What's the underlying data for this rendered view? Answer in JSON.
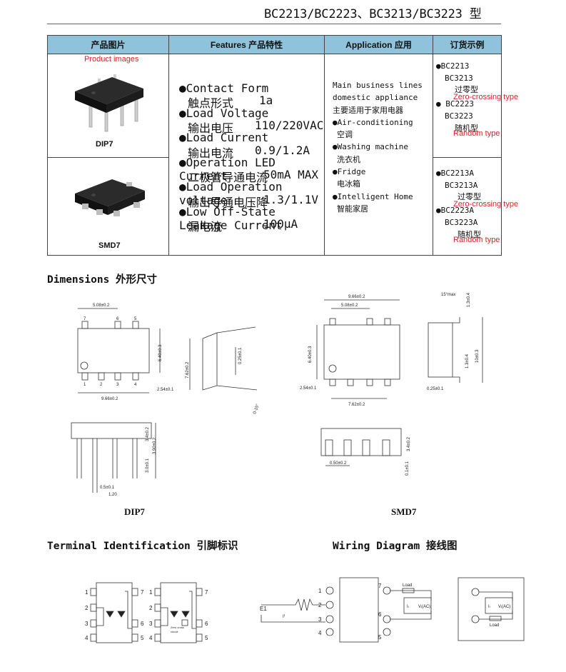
{
  "header": {
    "title": "BC2213/BC2223、BC3213/BC3223 型"
  },
  "table": {
    "headers": [
      "产品图片",
      "Features 产品特性",
      "Application 应用",
      "订货示例"
    ],
    "product_images_label": "Product images",
    "packages": [
      "DIP7",
      "SMD7"
    ],
    "features": [
      {
        "en": "●Contact Form",
        "zh": "触点形式",
        "value": "1a"
      },
      {
        "en": "●Load Voltage",
        "zh": "输出电压",
        "value": "110/220VAC"
      },
      {
        "en": "●Load Current",
        "zh": "输出电流",
        "value": "0.9/1.2A"
      },
      {
        "en": "●Operation LED Current",
        "zh": "二极管导通电流",
        "value": "50mA MAX"
      },
      {
        "en": "●Load Operation voltage",
        "zh": "输出导通电压降",
        "value": "1.3/1.1V"
      },
      {
        "en": "●Low Off-State Leakage Current",
        "zh": "漏电流",
        "value": "100μA"
      }
    ],
    "applications": [
      "Main business lines",
      "domestic appliance",
      "主要适用于家用电器",
      "●Air-conditioning",
      "空调",
      "●Washing machine",
      "洗衣机",
      "●Fridge",
      "电冰箱",
      "●Intelligent Home",
      "智能家居"
    ],
    "order_dip": {
      "line1": "●BC2213",
      "line2": "BC3213",
      "zc_zh": "过零型",
      "zc_en": "Zero-crossing type",
      "line3": "● BC2223",
      "line4": "BC3223",
      "rnd_zh": "随机型",
      "rnd_en": "Random type"
    },
    "order_smd": {
      "line1": "●BC2213A",
      "line2": "BC3213A",
      "zc_zh": "过零型",
      "zc_en": "Zero-crossing type",
      "line3": "●BC2223A",
      "line4": "BC3223A",
      "rnd_zh": "随机型",
      "rnd_en": "Random type"
    }
  },
  "dimensions": {
    "title": "Dimensions 外形尺寸",
    "dip_caption": "DIP7",
    "smd_caption": "SMD7",
    "dip_labels": {
      "top_pitch": "5.08±0.2",
      "width": "6.40±0.3",
      "pin_offset": "2.54±0.1",
      "length": "9.66±0.2",
      "row_spacing": "7.62±0.2",
      "lead_thk": "0.25±0.1",
      "angle": "0-15°",
      "h1": "3.4±0.2",
      "h2": "3.90±0.2",
      "h3": "3.0±0.1",
      "lead_w": "0.5±0.1",
      "lead_w2": "1.20"
    },
    "smd_labels": {
      "length": "9.66±0.2",
      "pitch": "5.08±0.2",
      "width": "6.40±0.3",
      "pin_offset": "2.54±0.1",
      "row": "7.62±0.2",
      "angle": "15°max",
      "a1": "1.3±0.4",
      "span": "10±0.3",
      "a2": "1.3±0.4",
      "thk": "0.25±0.1",
      "h": "3.4±0.2",
      "lead": "0.50±0.2",
      "stand": "0.1±0.1"
    },
    "pin_numbers": [
      "1",
      "2",
      "3",
      "4",
      "5",
      "6",
      "7"
    ]
  },
  "terminal": {
    "title": "Terminal Identification 引脚标识",
    "zc_label1": "Zero cross",
    "zc_label2": "circuit"
  },
  "wiring": {
    "title": "Wiring Diagram 接线图",
    "load": "Load",
    "vac": "Vᵢ(AC)",
    "il": "Iₗ",
    "e1": "E1",
    "if": "Iᶠ",
    "pins": [
      "1",
      "2",
      "3",
      "4",
      "5",
      "6",
      "7"
    ]
  },
  "colors": {
    "header_bg": "#8fc3db",
    "red": "#e0202a"
  }
}
